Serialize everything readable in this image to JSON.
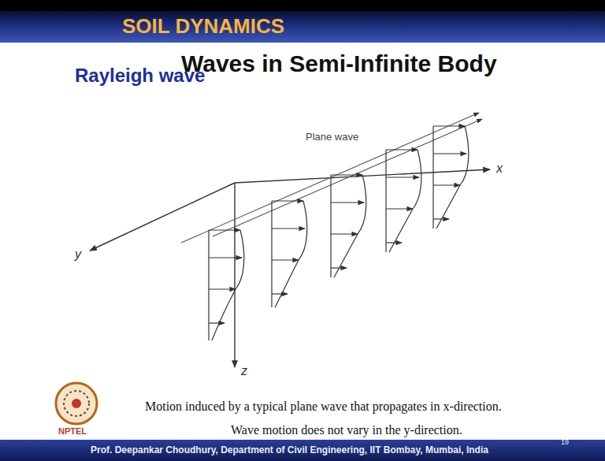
{
  "diagram": {
    "title": "Waves in Semi-Infinite Body",
    "labels": [
      "SOIL DYNAMICS",
      "Rayleigh wave",
      "Plane wave",
      "x",
      "y",
      "z",
      "Motion induced by a typical plane wave that propagates in x-direction.",
      "Wave motion does not vary in the y-direction.",
      "NPTEL",
      "Prof. Deepankar Choudhury, Department of Civil Engineering, IIT Bombay, Mumbai, India",
      "19"
    ]
  }
}
